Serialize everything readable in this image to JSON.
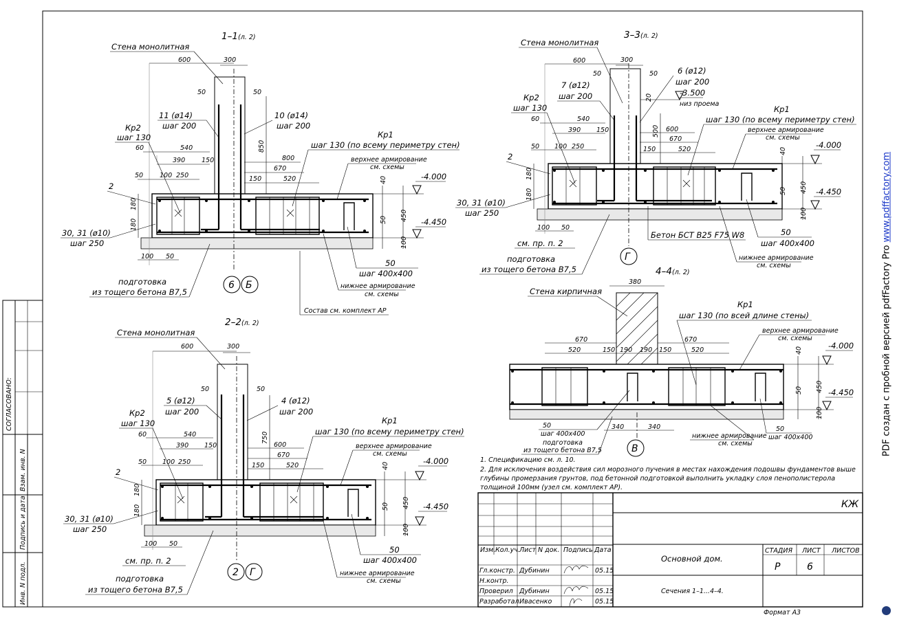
{
  "sections": {
    "s1": {
      "title": "1–1",
      "sheet_ref": "(л. 2)",
      "wall": "Стена монолитная",
      "bar_left": "11 (ø14)",
      "bar_left_step": "шаг 200",
      "bar_right": "10 (ø14)",
      "bar_right_step": "шаг 200",
      "kr2": "Кр2",
      "kr2_step": "шаг 130",
      "kr1": "Кр1",
      "kr1_step": "шаг 130 (по всему периметру стен)",
      "top_reinf": "верхнее армирование",
      "see_scheme": "см. схемы",
      "bottom_reinf": "нижнее армирование",
      "see_scheme2": "см. схемы",
      "pos2": "2",
      "bars30": "30, 31 (ø10)",
      "bars30_step": "шаг 250",
      "pos50": "50",
      "pos50_step": "шаг 400х400",
      "prep": "подготовка",
      "prep2": "из тощего бетона B7,5",
      "composition": "Состав см. комплект АР",
      "level1": "-4.000",
      "level2": "-4.450",
      "axis_a": "6",
      "axis_b": "Б",
      "dims": [
        "600",
        "300",
        "50",
        "50",
        "850",
        "60",
        "540",
        "390",
        "150",
        "800",
        "670",
        "520",
        "150",
        "50",
        "100",
        "250",
        "40",
        "50",
        "450",
        "100",
        "180",
        "180",
        "100",
        "50"
      ]
    },
    "s2": {
      "title": "2–2",
      "sheet_ref": "(л. 2)",
      "wall": "Стена монолитная",
      "bar_left": "5 (ø12)",
      "bar_left_step": "шаг 200",
      "bar_right": "4 (ø12)",
      "bar_right_step": "шаг 200",
      "kr2": "Кр2",
      "kr2_step": "шаг 130",
      "kr1": "Кр1",
      "kr1_step": "шаг 130 (по всему периметру стен)",
      "top_reinf": "верхнее армирование",
      "see_scheme": "см. схемы",
      "bottom_reinf": "нижнее армирование",
      "see_scheme2": "см. схемы",
      "pos2": "2",
      "bars30": "30, 31 (ø10)",
      "bars30_step": "шаг 250",
      "pos50": "50",
      "pos50_step": "шаг 400х400",
      "see_note": "см. пр. п. 2",
      "prep": "подготовка",
      "prep2": "из тощего бетона B7,5",
      "level1": "-4.000",
      "level2": "-4.450",
      "axis_a": "2",
      "axis_b": "Г",
      "dims": [
        "600",
        "300",
        "50",
        "50",
        "750",
        "60",
        "540",
        "390",
        "150",
        "600",
        "670",
        "520",
        "150",
        "50",
        "100",
        "250",
        "40",
        "50",
        "450",
        "100",
        "180",
        "180",
        "100",
        "50"
      ]
    },
    "s3": {
      "title": "3–3",
      "sheet_ref": "(л. 2)",
      "wall": "Стена монолитная",
      "bar_left": "7 (ø12)",
      "bar_left_step": "шаг 200",
      "bar_right": "6 (ø12)",
      "bar_right_step": "шаг 200",
      "kr2": "Кр2",
      "kr2_step": "шаг 130",
      "kr1": "Кр1",
      "kr1_step": "шаг 130 (по всему периметру стен)",
      "top_reinf": "верхнее армирование",
      "see_scheme": "см. схемы",
      "bottom_reinf": "нижнее армирование",
      "see_scheme2": "см. схемы",
      "opening": "-3.500",
      "opening_note": "низ проема",
      "pos2": "2",
      "bars30": "30, 31 (ø10)",
      "bars30_step": "шаг 250",
      "pos50": "50",
      "pos50_step": "шаг 400х400",
      "see_note": "см. пр. п. 2",
      "concrete": "Бетон БСТ B25 F75 W8",
      "prep": "подготовка",
      "prep2": "из тощего бетона B7,5",
      "level1": "-4.000",
      "level2": "-4.450",
      "axis_a": "Г",
      "dims": [
        "600",
        "300",
        "50",
        "50",
        "20",
        "60",
        "540",
        "390",
        "150",
        "500",
        "600",
        "670",
        "520",
        "150",
        "50",
        "100",
        "250",
        "40",
        "50",
        "450",
        "100",
        "180",
        "180",
        "100",
        "50"
      ]
    },
    "s4": {
      "title": "4–4",
      "sheet_ref": "(л. 2)",
      "wall": "Стена кирпичная",
      "kr1": "Кр1",
      "kr1_step": "шаг 130 (по всей длине стены)",
      "top_reinf": "верхнее армирование",
      "see_scheme": "см. схемы",
      "bottom_reinf": "нижнее армирование",
      "see_scheme2": "см. схемы",
      "pos50a": "50",
      "pos50a_step": "шаг 400х400",
      "prep": "подготовка",
      "prep2": "из тощего бетона B7,5",
      "pos50b": "50",
      "pos50b_step": "шаг 400х400",
      "level1": "-4.000",
      "level2": "-4.450",
      "axis_a": "В",
      "dims": [
        "380",
        "670",
        "670",
        "520",
        "150",
        "190",
        "190",
        "150",
        "520",
        "340",
        "340",
        "40",
        "50",
        "450",
        "100"
      ]
    }
  },
  "notes": [
    "1.  Спецификацию см. л. 10.",
    "2.  Для исключения воздействия сил морозного пучения в местах нахождения подошвы фундаментов выше",
    "глубины промерзания грунтов, под бетонной подготовкой  выполнить укладку слоя пенополистерола",
    "толщиной 100мм (узел см. комплект АР)."
  ],
  "stamp": {
    "code": "КЖ",
    "headers": [
      "Изм.",
      "Кол.уч.",
      "Лист",
      "N док.",
      "Подпись",
      "Дата"
    ],
    "roles": [
      {
        "role": "Гл.констр.",
        "name": "Дубинин",
        "date": "05.15"
      },
      {
        "role": "Н.контр.",
        "name": "",
        "date": ""
      },
      {
        "role": "Проверил",
        "name": "Дубинин",
        "date": "05.15"
      },
      {
        "role": "Разработал",
        "name": "Ивасенко",
        "date": "05.15"
      }
    ],
    "object": "Основной дом.",
    "sheet_title": "Сечения 1–1...4–4.",
    "stage_label": "СТАДИЯ",
    "sheet_label": "ЛИСТ",
    "sheets_label": "ЛИСТОВ",
    "stage": "Р",
    "sheet": "6",
    "sheets": "",
    "format": "Формат А3"
  },
  "side_stamp": {
    "agreed": "СОГЛАСОВАНО:",
    "cols": [
      "Взам. инв. N",
      "Подпись и дата",
      "Инв. N подл."
    ]
  },
  "watermark": {
    "text": "PDF создан с пробной версией pdfFactory Pro",
    "link": "www.pdffactory.com"
  }
}
